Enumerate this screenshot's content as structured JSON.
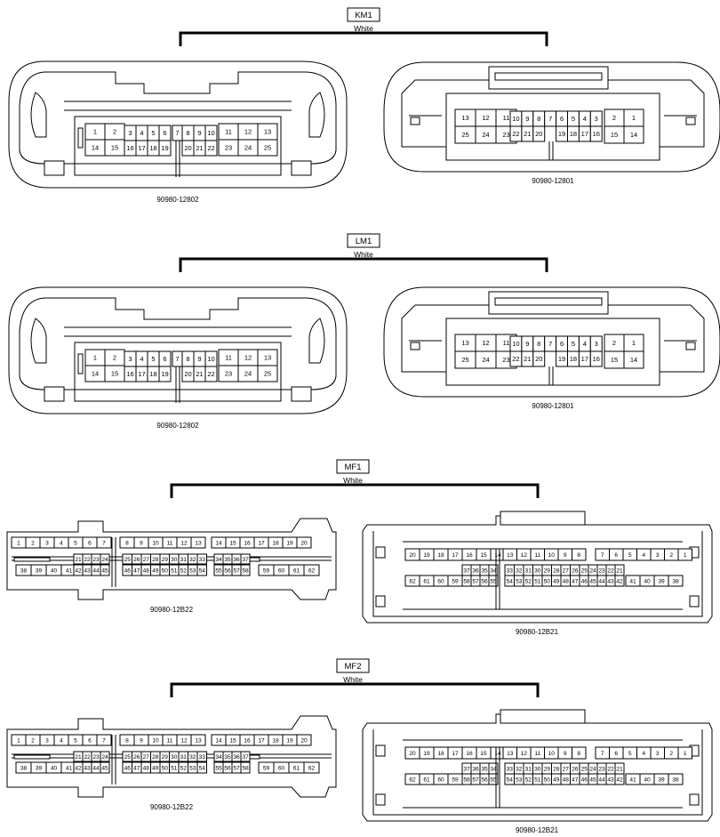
{
  "pins": [
    "1",
    "2",
    "3",
    "4",
    "5",
    "6",
    "7",
    "8",
    "9",
    "10",
    "11",
    "12",
    "13",
    "14",
    "15",
    "16",
    "17",
    "18",
    "19",
    "20",
    "21",
    "22",
    "23",
    "24",
    "25",
    "26",
    "27",
    "28",
    "29",
    "30",
    "31",
    "32",
    "33",
    "34",
    "35",
    "36",
    "37",
    "38",
    "39",
    "40",
    "41",
    "42",
    "43",
    "44",
    "45",
    "46",
    "47",
    "48",
    "49",
    "50",
    "51",
    "52",
    "53",
    "54",
    "55",
    "56",
    "57",
    "58",
    "59",
    "60",
    "61",
    "62"
  ],
  "groups": [
    {
      "name": "KM1",
      "color": "White",
      "left_part": "90980-12802",
      "right_part": "90980-12801"
    },
    {
      "name": "LM1",
      "color": "White",
      "left_part": "90980-12802",
      "right_part": "90980-12801"
    },
    {
      "name": "MF1",
      "color": "White",
      "left_part": "90980-12B22",
      "right_part": "90980-12B21"
    },
    {
      "name": "MF2",
      "color": "White",
      "left_part": "90980-12B22",
      "right_part": "90980-12B21"
    }
  ]
}
